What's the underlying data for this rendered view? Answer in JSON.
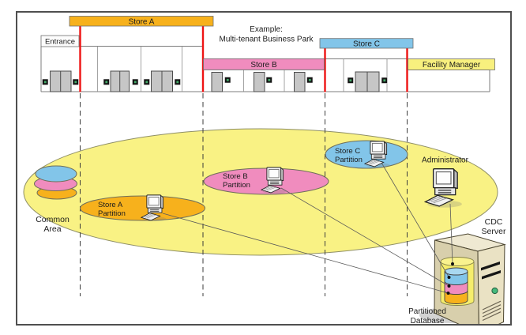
{
  "title": {
    "line1": "Example:",
    "line2": "Multi-tenant Business Park"
  },
  "building": {
    "entrance_label": "Entrance",
    "store_a_label": "Store A",
    "store_b_label": "Store B",
    "store_c_label": "Store C",
    "facility_manager_label": "Facility Manager"
  },
  "area": {
    "common": {
      "line1": "Common",
      "line2": "Area"
    },
    "store_a_partition": {
      "line1": "Store A",
      "line2": "Partition"
    },
    "store_b_partition": {
      "line1": "Store B",
      "line2": "Partition"
    },
    "store_c_partition": {
      "line1": "Store C",
      "line2": "Partition"
    },
    "administrator_label": "Administrator"
  },
  "server": {
    "cdc": {
      "line1": "CDC",
      "line2": "Server"
    },
    "database": {
      "line1": "Partitioned",
      "line2": "Database"
    }
  },
  "colors": {
    "store_a": "#F7B11C",
    "store_b": "#F08CBE",
    "store_c": "#82C5E9",
    "common_yellow": "#F9F284",
    "facility_yellow": "#F8F07E",
    "db_yellow": "#F5ED6C",
    "red": "#EE1414",
    "cdc_text": "#343D5E"
  }
}
